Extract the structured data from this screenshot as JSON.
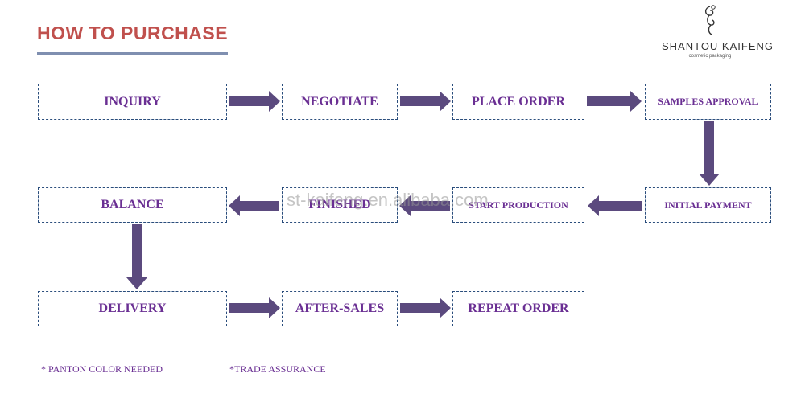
{
  "title": "HOW TO PURCHASE",
  "logo": {
    "name": "SHANTOU KAIFENG",
    "subtitle": "cosmetic packaging",
    "icon": "swirl-flower-icon"
  },
  "steps": {
    "inquiry": "INQUIRY",
    "negotiate": "NEGOTIATE",
    "place_order": "PLACE ORDER",
    "samples_approval": "SAMPLES APPROVAL",
    "initial_payment": "INITIAL PAYMENT",
    "start_production": "START PRODUCTION",
    "finished": "FINISHED",
    "balance": "BALANCE",
    "delivery": "DELIVERY",
    "after_sales": "AFTER-SALES",
    "repeat_order": "REPEAT ORDER"
  },
  "notes": {
    "panton": "* PANTON COLOR NEEDED",
    "trade": "*TRADE ASSURANCE"
  },
  "watermark": "st-kaifeng.en.alibaba.com",
  "colors": {
    "title": "#c0504d",
    "step_text": "#6a2f93",
    "box_border": "#2a4d7c",
    "arrow": "#5b4a7e"
  }
}
